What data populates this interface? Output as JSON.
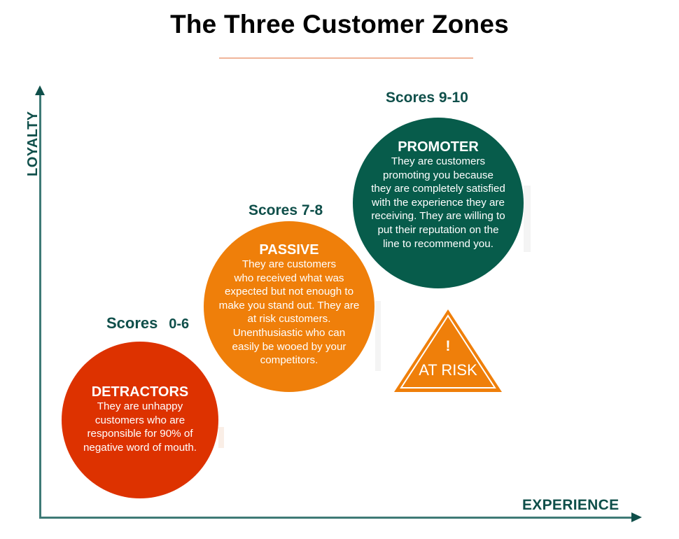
{
  "title": "The Three Customer Zones",
  "axes": {
    "y_label": "LOYALTY",
    "x_label": "EXPERIENCE"
  },
  "colors": {
    "axis": "#0f4f4a",
    "detractor": "#dd3200",
    "passive": "#ef7f0a",
    "promoter": "#075c4b",
    "accent_rule": "#f0b59a"
  },
  "zones": {
    "detractors": {
      "score_word": "Scores",
      "score_range": "0-6",
      "heading": "DETRACTORS",
      "lines": [
        "They are unhappy",
        "customers who are",
        "responsible for 90% of",
        "negative word of mouth."
      ]
    },
    "passive": {
      "score_label": "Scores 7-8",
      "heading": "PASSIVE",
      "lines": [
        "They are customers",
        "who received what was",
        "expected but not enough to",
        "make you stand out. They are",
        "at risk customers.",
        "Unenthusiastic who can",
        "easily be wooed by your",
        "competitors."
      ]
    },
    "promoter": {
      "score_label": "Scores 9-10",
      "heading": "PROMOTER",
      "lines": [
        "They are customers",
        "promoting you because",
        "they are completely satisfied",
        "with the experience they are",
        "receiving. They are willing to",
        "put their reputation on the",
        "line to recommend you."
      ]
    }
  },
  "warning": {
    "icon": "warning-triangle-icon",
    "symbol": "!",
    "label": "AT RISK"
  }
}
